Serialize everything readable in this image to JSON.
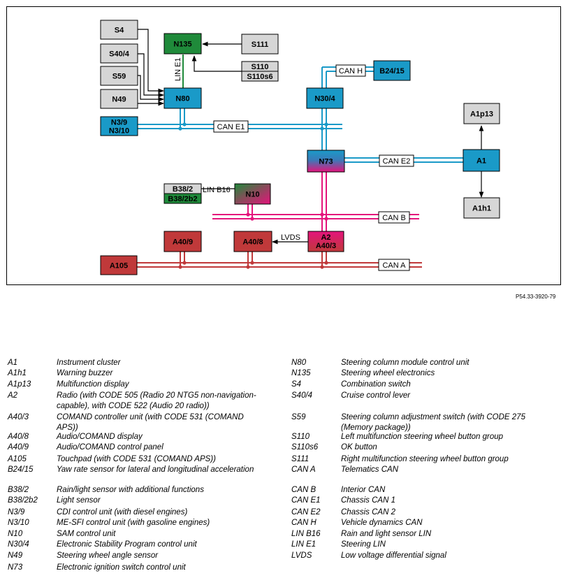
{
  "diagram": {
    "reference": "P54.33-3920-79",
    "boxes": {
      "S4": "S4",
      "S40_4": "S40/4",
      "S59": "S59",
      "N49": "N49",
      "N135": "N135",
      "S111": "S111",
      "S110": "S110",
      "S110s6": "S110s6",
      "N80": "N80",
      "N30_4": "N30/4",
      "B24_15": "B24/15",
      "A1p13": "A1p13",
      "N3_9": "N3/9",
      "N3_10": "N3/10",
      "N73": "N73",
      "A1": "A1",
      "B38_2": "B38/2",
      "B38_2b2": "B38/2b2",
      "N10": "N10",
      "A1h1": "A1h1",
      "A40_9": "A40/9",
      "A40_8": "A40/8",
      "A2": "A2",
      "A40_3": "A40/3",
      "A105": "A105"
    },
    "buses": {
      "lin_e1": "LIN E1",
      "can_h": "CAN H",
      "can_e1": "CAN E1",
      "can_e2": "CAN E2",
      "lin_b16": "LIN B16",
      "can_b": "CAN B",
      "lvds": "LVDS",
      "can_a": "CAN A"
    },
    "colors": {
      "blue": "#1a9ac8",
      "green": "#1f8a3a",
      "red": "#c0393a",
      "magenta": "#e4147c",
      "grey": "#d6d6d6"
    }
  },
  "legend": {
    "left": [
      {
        "code": "A1",
        "desc": "Instrument cluster"
      },
      {
        "code": "A1h1",
        "desc": "Warning buzzer"
      },
      {
        "code": "A1p13",
        "desc": "Multifunction display"
      },
      {
        "code": "A2",
        "desc": "Radio (with CODE 505 (Radio 20 NTG5 non-navigation-capable), with CODE 522 (Audio 20 radio))"
      },
      {
        "code": "A40/3",
        "desc": "COMAND controller unit (with CODE 531 (COMAND APS))"
      },
      {
        "code": "A40/8",
        "desc": "Audio/COMAND display"
      },
      {
        "code": "A40/9",
        "desc": "Audio/COMAND control panel"
      },
      {
        "code": "A105",
        "desc": "Touchpad (with CODE 531 (COMAND APS))"
      },
      {
        "code": "B24/15",
        "desc": "Yaw rate sensor for lateral and longitudinal acceleration"
      },
      {
        "code": "B38/2",
        "desc": "Rain/light sensor with additional functions"
      },
      {
        "code": "B38/2b2",
        "desc": "Light sensor"
      },
      {
        "code": "N3/9",
        "desc": "CDI control unit (with diesel engines)"
      },
      {
        "code": "N3/10",
        "desc": "ME-SFI control unit (with gasoline engines)"
      },
      {
        "code": "N10",
        "desc": "SAM control unit"
      },
      {
        "code": "N30/4",
        "desc": "Electronic Stability Program control unit"
      },
      {
        "code": "N49",
        "desc": "Steering wheel angle sensor"
      },
      {
        "code": "N73",
        "desc": "Electronic ignition switch control unit"
      }
    ],
    "right": [
      {
        "code": "N80",
        "desc": "Steering column module control unit"
      },
      {
        "code": "N135",
        "desc": "Steering wheel electronics"
      },
      {
        "code": "S4",
        "desc": "Combination switch"
      },
      {
        "code": "S40/4",
        "desc": "Cruise control lever"
      },
      {
        "code": "S59",
        "desc": "Steering column adjustment switch (with CODE 275 (Memory package))"
      },
      {
        "code": "S110",
        "desc": "Left multifunction steering wheel button group"
      },
      {
        "code": "S110s6",
        "desc": "OK button"
      },
      {
        "code": "S111",
        "desc": "Right multifunction steering wheel button group"
      },
      {
        "code": "CAN A",
        "desc": "Telematics CAN"
      },
      {
        "code": "CAN B",
        "desc": "Interior CAN"
      },
      {
        "code": "CAN E1",
        "desc": "Chassis CAN 1"
      },
      {
        "code": "CAN E2",
        "desc": "Chassis CAN 2"
      },
      {
        "code": "CAN H",
        "desc": "Vehicle dynamics CAN"
      },
      {
        "code": "LIN B16",
        "desc": "Rain and light sensor LIN"
      },
      {
        "code": "LIN E1",
        "desc": "Steering LIN"
      },
      {
        "code": "LVDS",
        "desc": "Low voltage differential signal"
      }
    ]
  }
}
